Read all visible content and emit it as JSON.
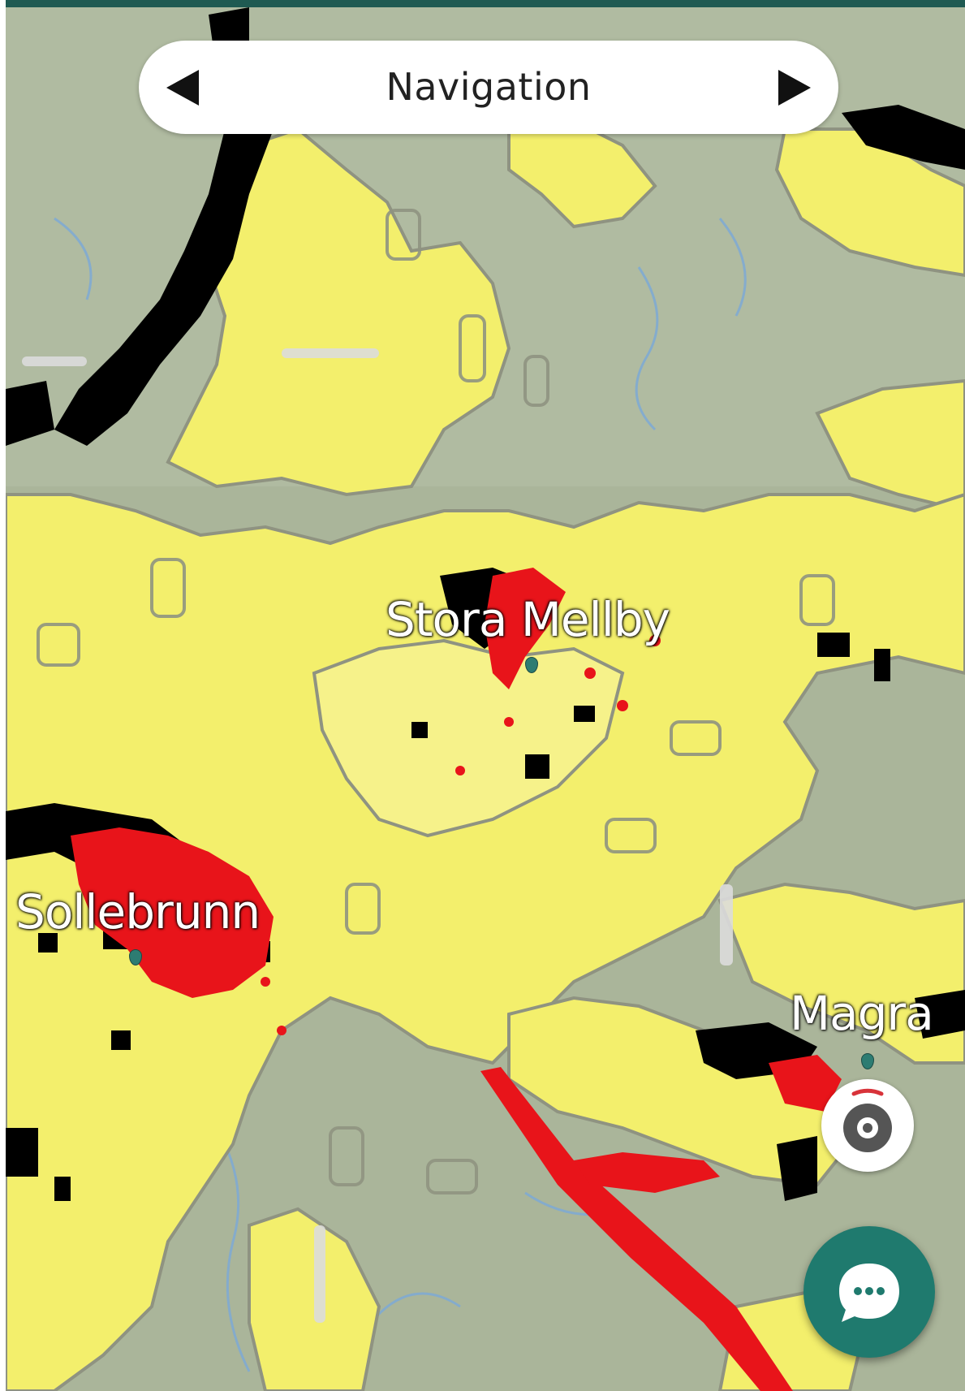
{
  "navigation": {
    "title": "Navigation",
    "prev_icon": "triangle-left-icon",
    "next_icon": "triangle-right-icon"
  },
  "map": {
    "places": [
      {
        "name": "Stora Mellby"
      },
      {
        "name": "Sollebrunn"
      },
      {
        "name": "Magra"
      }
    ],
    "colors": {
      "base": "#aab59a",
      "yellow_zone": "#f3ef6c",
      "red_zone": "#e8141a",
      "black_zone": "#000000",
      "water": "#7aa9d8"
    }
  },
  "controls": {
    "locate_icon": "location-target-icon",
    "chat_icon": "chat-bubble-icon",
    "fab_color": "#1f7a6e"
  }
}
